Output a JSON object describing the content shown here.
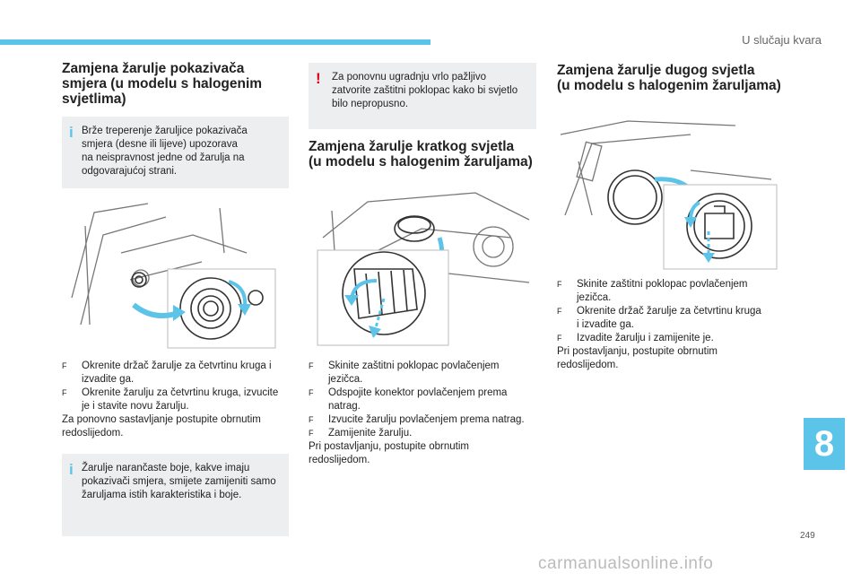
{
  "header": {
    "section": "U slučaju kvara"
  },
  "col1": {
    "title_lines": [
      "Zamjena žarulje pokazivača",
      "smjera (u modelu s halogenim",
      "svjetlima)"
    ],
    "note1": {
      "icon": "i",
      "lines": [
        "Brže treperenje žaruljice pokazivača",
        "smjera (desne ili lijeve) upozorava",
        "na neispravnost jedne od žarulja na",
        "odgovarajućoj strani."
      ]
    },
    "steps": [
      {
        "bullet": "F",
        "lines": [
          "Okrenite držač žarulje za četvrtinu kruga i",
          "izvadite ga."
        ]
      },
      {
        "bullet": "F",
        "lines": [
          "Okrenite žarulju za četvrtinu kruga, izvucite",
          "je i stavite novu žarulju."
        ]
      }
    ],
    "after": [
      "Za ponovno sastavljanje postupite obrnutim",
      "redoslijedom."
    ],
    "note2": {
      "icon": "i",
      "lines": [
        "Žarulje narančaste boje, kakve imaju",
        "pokazivači smjera, smijete zamijeniti samo",
        "žaruljama istih karakteristika i boje."
      ]
    }
  },
  "col2": {
    "warn": {
      "icon": "!",
      "lines": [
        "Za ponovnu ugradnju vrlo pažljivo",
        "zatvorite zaštitni poklopac kako bi svjetlo",
        "bilo nepropusno."
      ]
    },
    "title_lines": [
      "Zamjena žarulje kratkog svjetla",
      "(u modelu s halogenim žaruljama)"
    ],
    "steps": [
      {
        "bullet": "F",
        "lines": [
          "Skinite zaštitni poklopac povlačenjem",
          "jezičca."
        ]
      },
      {
        "bullet": "F",
        "lines": [
          "Odspojite konektor povlačenjem prema",
          "natrag."
        ]
      },
      {
        "bullet": "F",
        "lines": [
          "Izvucite žarulju povlačenjem prema natrag."
        ]
      },
      {
        "bullet": "F",
        "lines": [
          "Zamijenite žarulju."
        ]
      }
    ],
    "after": [
      "Pri postavljanju, postupite obrnutim",
      "redoslijedom."
    ]
  },
  "col3": {
    "title_lines": [
      "Zamjena žarulje dugog svjetla",
      "(u modelu s halogenim žaruljama)"
    ],
    "steps": [
      {
        "bullet": "F",
        "lines": [
          "Skinite zaštitni poklopac povlačenjem",
          "jezičca."
        ]
      },
      {
        "bullet": "F",
        "lines": [
          "Okrenite držač žarulje za četvrtinu kruga",
          "i izvadite ga."
        ]
      },
      {
        "bullet": "F",
        "lines": [
          "Izvadite žarulju i zamijenite je."
        ]
      }
    ],
    "after": [
      "Pri postavljanju, postupite obrnutim",
      "redoslijedom."
    ]
  },
  "chapter": "8",
  "page_number": "249",
  "watermark": "carmanualsonline.info",
  "colors": {
    "accent": "#5bc4e8",
    "warning": "#e2001a",
    "note_bg": "#eceeef"
  }
}
